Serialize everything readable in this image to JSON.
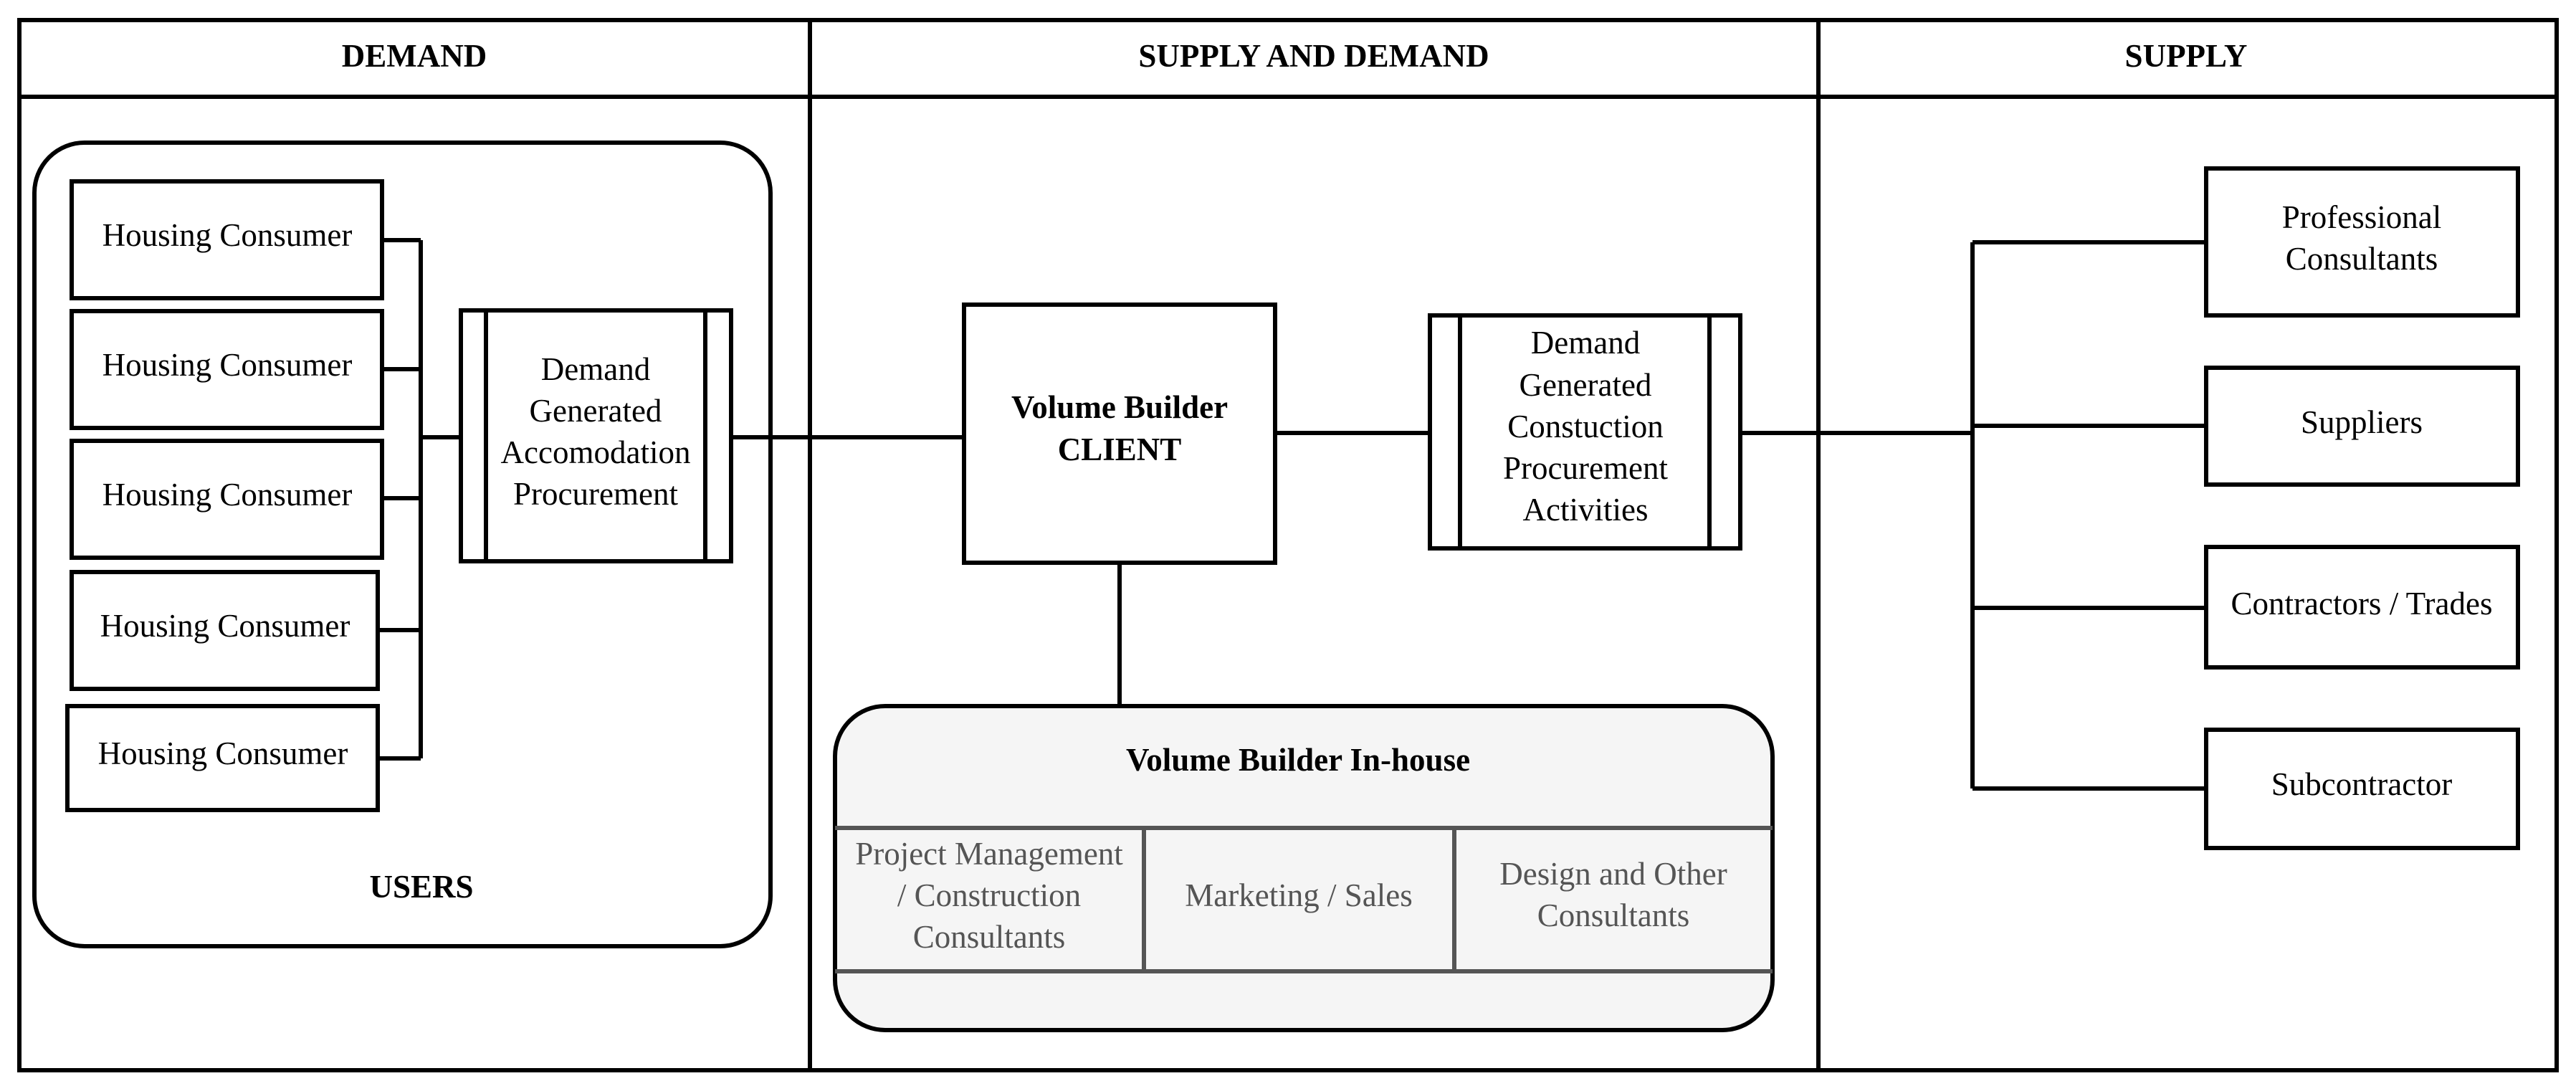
{
  "columns": {
    "demand": "DEMAND",
    "supply_and_demand": "SUPPLY AND DEMAND",
    "supply": "SUPPLY"
  },
  "users": {
    "items": [
      "Housing Consumer",
      "Housing Consumer",
      "Housing Consumer",
      "Housing Consumer",
      "Housing Consumer"
    ],
    "label": "USERS"
  },
  "demand_procurement": [
    "Demand",
    "Generated",
    "Accomodation",
    "Procurement"
  ],
  "client": [
    "Volume Builder",
    "CLIENT"
  ],
  "construction_procurement": [
    "Demand",
    "Generated",
    "Constuction",
    "Procurement",
    "Activities"
  ],
  "inhouse": {
    "title": "Volume Builder In-house",
    "cells": [
      [
        "Project Management",
        "/ Construction",
        "Consultants"
      ],
      [
        "Marketing / Sales"
      ],
      [
        "Design and Other",
        "Consultants"
      ]
    ]
  },
  "supply_items": [
    [
      "Professional",
      "Consultants"
    ],
    [
      "Suppliers"
    ],
    [
      "Contractors / Trades"
    ],
    [
      "Subcontractor"
    ]
  ],
  "colors": {
    "stroke": "#000000",
    "inhouse_fill": "#f5f5f5",
    "inhouse_text": "#555555"
  }
}
